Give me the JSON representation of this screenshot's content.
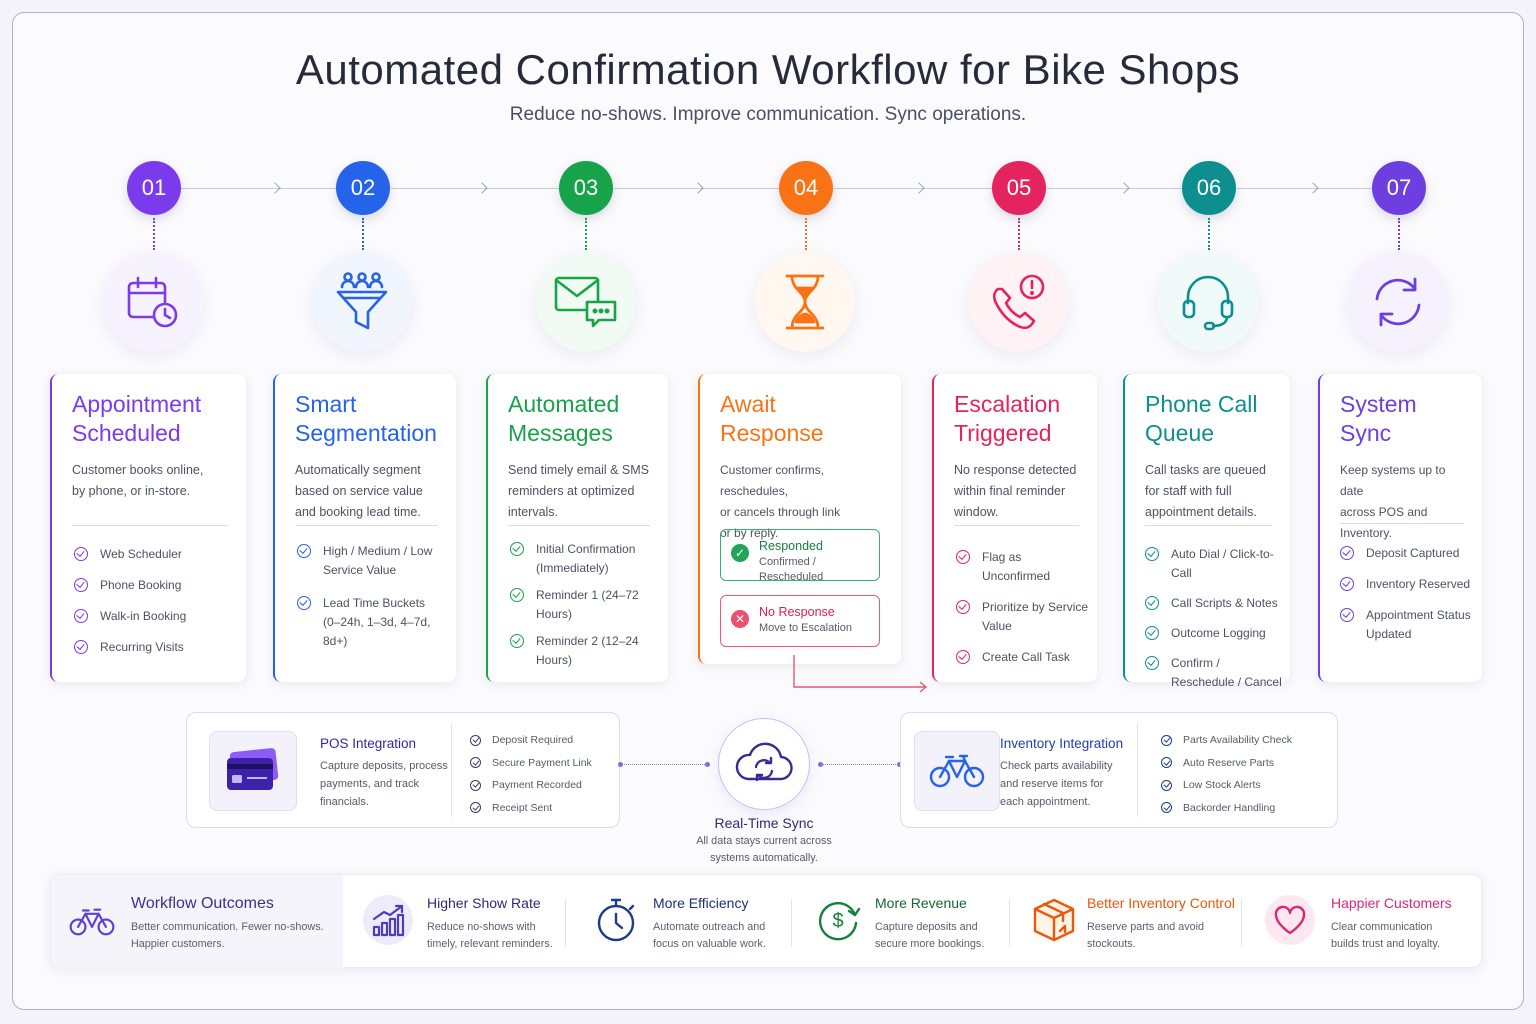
{
  "title": "Automated Confirmation Workflow for Bike Shops",
  "subtitle": "Reduce no-shows. Improve communication. Sync operations.",
  "steps": [
    {
      "num": "01",
      "color": "#7c3aed",
      "title_l1": "Appointment",
      "title_l2": "Scheduled",
      "desc": [
        "Customer books online,",
        "by phone, or in-store."
      ],
      "items": [
        "Web Scheduler",
        "Phone Booking",
        "Walk-in Booking",
        "Recurring Visits"
      ],
      "icon": "calendar-clock-icon"
    },
    {
      "num": "02",
      "color": "#2563eb",
      "title_l1": "Smart",
      "title_l2": "Segmentation",
      "desc": [
        "Automatically segment",
        "based on service value",
        "and booking lead time."
      ],
      "items": [
        "High / Medium / Low Service Value",
        "Lead Time Buckets (0–24h, 1–3d, 4–7d, 8d+)"
      ],
      "icon": "funnel-people-icon"
    },
    {
      "num": "03",
      "color": "#16a34a",
      "title_l1": "Automated",
      "title_l2": "Messages",
      "desc": [
        "Send timely email & SMS",
        "reminders at optimized",
        "intervals."
      ],
      "items": [
        "Initial Confirmation (Immediately)",
        "Reminder 1 (24–72 Hours)",
        "Reminder 2 (12–24 Hours)"
      ],
      "icon": "mail-chat-icon"
    },
    {
      "num": "04",
      "color": "#f97316",
      "title_l1": "Await",
      "title_l2": "Response",
      "desc": [
        "Customer confirms, reschedules,",
        "or cancels through link",
        "or by reply."
      ],
      "responded": {
        "title": "Responded",
        "sub": "Confirmed / Rescheduled"
      },
      "no_response": {
        "title": "No Response",
        "sub": "Move to Escalation"
      },
      "icon": "hourglass-icon"
    },
    {
      "num": "05",
      "color": "#e11d5a",
      "title_l1": "Escalation",
      "title_l2": "Triggered",
      "desc": [
        "No response detected",
        "within final reminder",
        "window."
      ],
      "items": [
        "Flag as Unconfirmed",
        "Prioritize by Service Value",
        "Create Call Task"
      ],
      "icon": "phone-alert-icon"
    },
    {
      "num": "06",
      "color": "#0d8f8f",
      "title_l1": "Phone Call",
      "title_l2": "Queue",
      "desc": [
        "Call tasks are queued",
        "for staff with full",
        "appointment details."
      ],
      "items": [
        "Auto Dial / Click-to-Call",
        "Call Scripts & Notes",
        "Outcome Logging",
        "Confirm / Reschedule / Cancel"
      ],
      "icon": "headset-icon"
    },
    {
      "num": "07",
      "color": "#6d3fe0",
      "title_l1": "System",
      "title_l2": "Sync",
      "desc": [
        "Keep systems up to date",
        "across POS and",
        "Inventory."
      ],
      "items": [
        "Deposit Captured",
        "Inventory Reserved",
        "Appointment Status Updated"
      ],
      "icon": "sync-arrows-icon"
    }
  ],
  "pos": {
    "title": "POS Integration",
    "desc": [
      "Capture deposits, process",
      "payments, and track",
      "financials."
    ],
    "items": [
      "Deposit Required",
      "Secure Payment Link",
      "Payment Recorded",
      "Receipt Sent"
    ]
  },
  "sync": {
    "title": "Real-Time Sync",
    "desc_l1": "All data stays current across",
    "desc_l2": "systems automatically."
  },
  "inventory": {
    "title": "Inventory Integration",
    "desc": [
      "Check parts availability",
      "and reserve items for",
      "each appointment."
    ],
    "items": [
      "Parts Availability Check",
      "Auto Reserve Parts",
      "Low Stock Alerts",
      "Backorder Handling"
    ]
  },
  "outcomes": [
    {
      "title": "Workflow Outcomes",
      "desc": [
        "Better communication. Fewer no-shows.",
        "Happier customers."
      ],
      "color": "#5b3fd6"
    },
    {
      "title": "Higher Show Rate",
      "desc": [
        "Reduce no-shows with",
        "timely, relevant reminders."
      ],
      "color": "#3b2f8f"
    },
    {
      "title": "More Efficiency",
      "desc": [
        "Automate outreach and",
        "focus on valuable work."
      ],
      "color": "#1e3a8a"
    },
    {
      "title": "More Revenue",
      "desc": [
        "Capture deposits and",
        "secure more bookings."
      ],
      "color": "#15803d"
    },
    {
      "title": "Better Inventory Control",
      "desc": [
        "Reserve parts and avoid",
        "stockouts."
      ],
      "color": "#ea580c"
    },
    {
      "title": "Happier Customers",
      "desc": [
        "Clear communication",
        "builds trust and loyalty."
      ],
      "color": "#db2777"
    }
  ]
}
